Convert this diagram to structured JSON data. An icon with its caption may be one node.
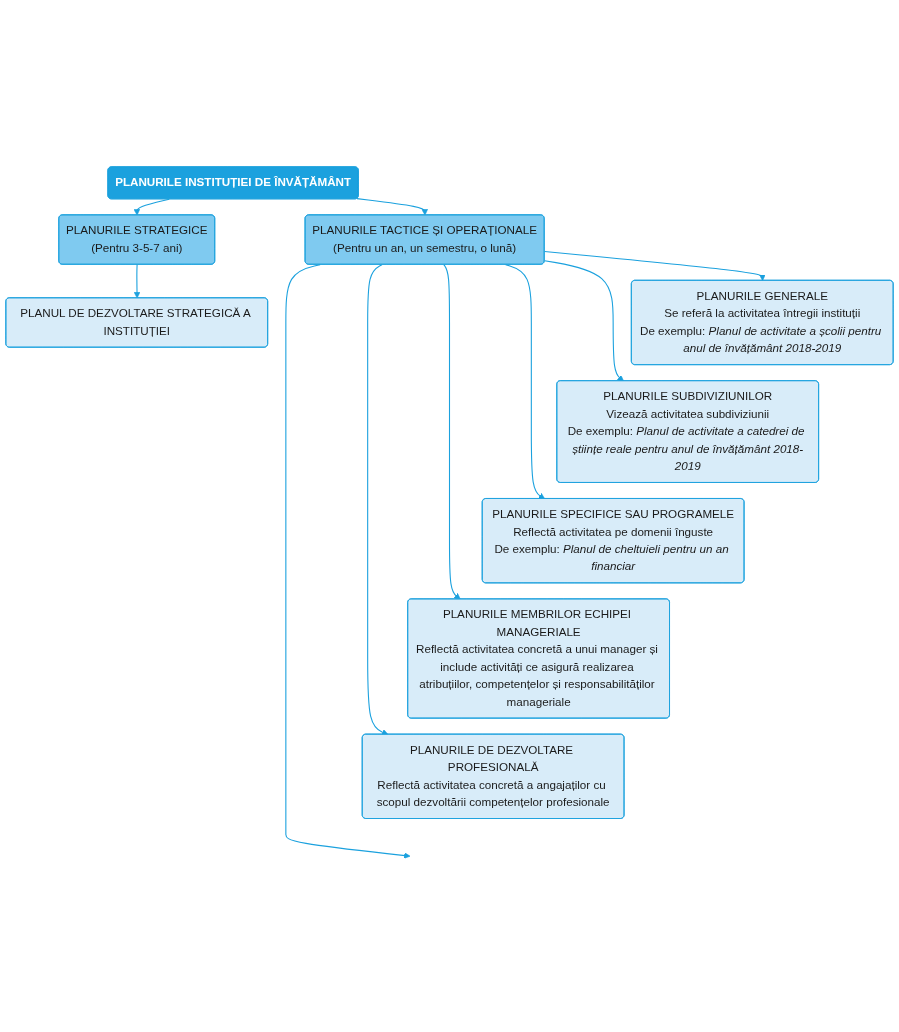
{
  "diagram": {
    "nodes": [
      {
        "text": [
          "PLANURILE INSTITUȚIEI DE ÎNVĂȚĂMÂNT"
        ]
      },
      {
        "text": [
          "PLANURILE STRATEGICE",
          "(Pentru 3-5-7 ani)"
        ]
      },
      {
        "text": [
          "PLANUL DE DEZVOLTARE STRATEGICĂ A INSTITUȚIEI"
        ]
      },
      {
        "text": [
          "PLANURILE TACTICE ȘI OPERAȚIONALE",
          "(Pentru un an, un semestru, o lună)"
        ]
      },
      {
        "text": [
          "PLANURILE GENERALE",
          "Se referă la activitatea întregii instituții",
          "De exemplu: *Planul de activitate a școlii pentru anul de învățământ 2018-2019*"
        ]
      },
      {
        "text": [
          "PLANURILE SUBDIVIZIUNILOR",
          "Vizează activitatea subdiviziunii",
          "De exemplu: *Planul de activitate a catedrei de științe reale pentru anul de învățământ 2018-2019*"
        ]
      },
      {
        "text": [
          "PLANURILE SPECIFICE SAU PROGRAMELE",
          "Reflectă activitatea pe domenii înguste",
          "De exemplu: *Planul de cheltuieli pentru un an financiar*"
        ]
      },
      {
        "text": [
          "PLANURILE MEMBRILOR ECHIPEI MANAGERIALE",
          "Reflectă activitatea concretă a unui manager și include activități ce asigură realizarea atribuțiilor, competențelor și responsabilităților manageriale"
        ]
      },
      {
        "text": [
          "PLANURILE DE DEZVOLTARE PROFESIONALĂ",
          "Reflectă activitatea concretă a angajaților cu scopul dezvoltării competențelor profesionale"
        ]
      }
    ],
    "edges": [
      {
        "from": 0,
        "to": 1,
        "arrow": "to"
      },
      {
        "from": 0,
        "to": 3,
        "arrow": "to"
      },
      {
        "from": 1,
        "to": 2,
        "arrow": "to"
      },
      {
        "from": 3,
        "to": 4,
        "arrow": "to"
      },
      {
        "from": 3,
        "to": 5,
        "arrow": "to"
      },
      {
        "from": 3,
        "to": 6,
        "arrow": "to"
      },
      {
        "from": 3,
        "to": 7,
        "arrow": "to"
      },
      {
        "from": 3,
        "to": 8,
        "arrow": "to"
      },
      {
        "from": 3,
        "to": null,
        "arrow": "to"
      }
    ]
  }
}
